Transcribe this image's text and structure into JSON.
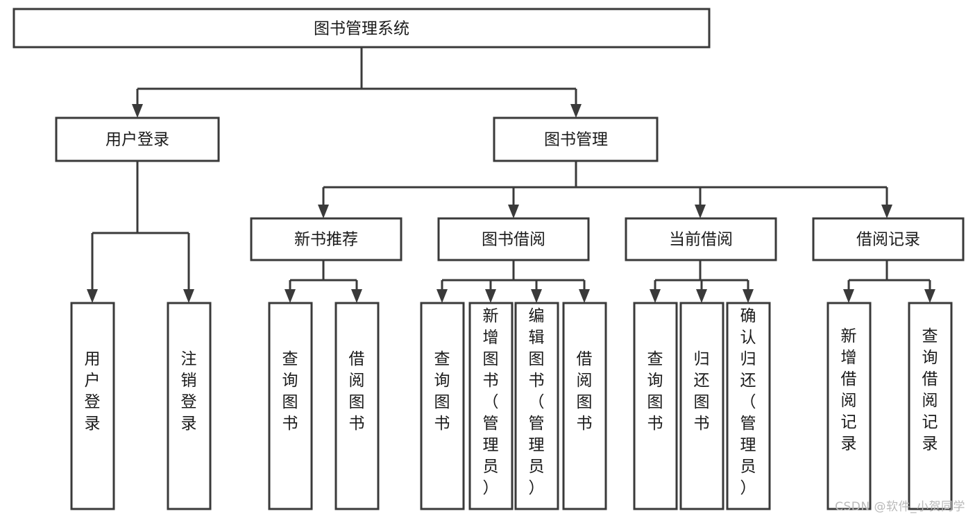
{
  "diagram": {
    "title": "图书管理系统",
    "type": "tree-hierarchy",
    "root": {
      "id": "root",
      "label": "图书管理系统",
      "orientation": "horizontal"
    },
    "level2": [
      {
        "id": "user-login",
        "label": "用户登录",
        "orientation": "horizontal"
      },
      {
        "id": "book-management",
        "label": "图书管理",
        "orientation": "horizontal"
      }
    ],
    "level3": [
      {
        "id": "new-book-recommend",
        "label": "新书推荐",
        "orientation": "horizontal",
        "parent": "book-management"
      },
      {
        "id": "book-borrow",
        "label": "图书借阅",
        "orientation": "horizontal",
        "parent": "book-management"
      },
      {
        "id": "current-borrow",
        "label": "当前借阅",
        "orientation": "horizontal",
        "parent": "book-management"
      },
      {
        "id": "borrow-record",
        "label": "借阅记录",
        "orientation": "horizontal",
        "parent": "book-management"
      }
    ],
    "leaves": [
      {
        "id": "leaf-user-login",
        "label": "用户登录",
        "orientation": "vertical",
        "parent": "user-login"
      },
      {
        "id": "leaf-user-logout",
        "label": "注销登录",
        "orientation": "vertical",
        "parent": "user-login"
      },
      {
        "id": "leaf-query-book-1",
        "label": "查询图书",
        "orientation": "vertical",
        "parent": "new-book-recommend"
      },
      {
        "id": "leaf-borrow-book-1",
        "label": "借阅图书",
        "orientation": "vertical",
        "parent": "new-book-recommend"
      },
      {
        "id": "leaf-query-book-2",
        "label": "查询图书",
        "orientation": "vertical",
        "parent": "book-borrow"
      },
      {
        "id": "leaf-add-book",
        "label": "新增图书（管理员）",
        "orientation": "vertical",
        "parent": "book-borrow"
      },
      {
        "id": "leaf-edit-book",
        "label": "编辑图书（管理员）",
        "orientation": "vertical",
        "parent": "book-borrow"
      },
      {
        "id": "leaf-borrow-book-2",
        "label": "借阅图书",
        "orientation": "vertical",
        "parent": "book-borrow"
      },
      {
        "id": "leaf-query-book-3",
        "label": "查询图书",
        "orientation": "vertical",
        "parent": "current-borrow"
      },
      {
        "id": "leaf-return-book",
        "label": "归还图书",
        "orientation": "vertical",
        "parent": "current-borrow"
      },
      {
        "id": "leaf-confirm-return",
        "label": "确认归还（管理员）",
        "orientation": "vertical",
        "parent": "current-borrow"
      },
      {
        "id": "leaf-add-record",
        "label": "新增借阅记录",
        "orientation": "vertical",
        "parent": "borrow-record"
      },
      {
        "id": "leaf-query-record",
        "label": "查询借阅记录",
        "orientation": "vertical",
        "parent": "borrow-record"
      }
    ]
  },
  "watermark": {
    "text": "CSDN @软件_小贺同学"
  },
  "colors": {
    "box_stroke": "#3a3a3a",
    "box_fill": "#ffffff",
    "text": "#1a1a1a",
    "background": "#ffffff",
    "watermark": "#b9b9b9"
  }
}
